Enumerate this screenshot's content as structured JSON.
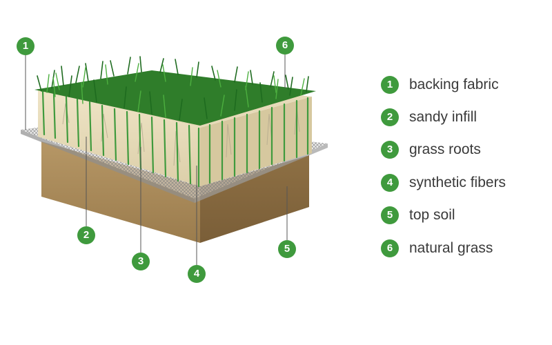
{
  "legend": [
    {
      "number": "1",
      "label": "backing fabric"
    },
    {
      "number": "2",
      "label": "sandy infill"
    },
    {
      "number": "3",
      "label": "grass roots"
    },
    {
      "number": "4",
      "label": "synthetic fibers"
    },
    {
      "number": "5",
      "label": "top soil"
    },
    {
      "number": "6",
      "label": "natural grass"
    }
  ],
  "callouts": [
    "1",
    "2",
    "3",
    "4",
    "5",
    "6"
  ],
  "colors": {
    "badge": "#3f9a3d",
    "grass_dark": "#1e6b1f",
    "grass_light": "#4caf3f",
    "sand": "#e8dcbc",
    "soil": "#a9895a",
    "mesh": "#8a8a8a"
  }
}
